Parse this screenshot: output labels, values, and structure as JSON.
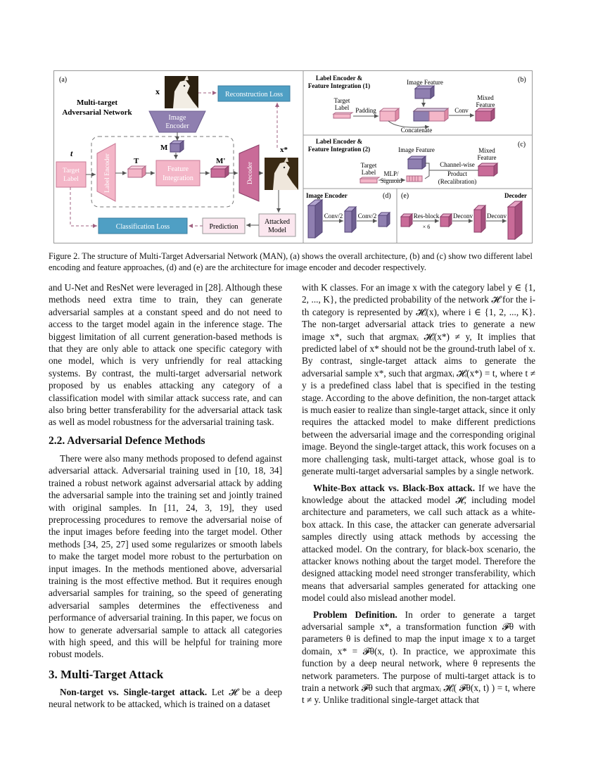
{
  "figure": {
    "panel_a": {
      "label": "(a)",
      "title_line1": "Multi-target",
      "title_line2": "Adversarial Network",
      "x_label": "x",
      "reconstruction_loss": "Reconstruction Loss",
      "image_encoder_1": "Image",
      "image_encoder_2": "Encoder",
      "t_label": "t",
      "target_label_1": "Target",
      "target_label_2": "Label",
      "label_encoder": "Label Encoder",
      "T": "T",
      "M": "M",
      "M_prime": "M'",
      "feature_integration_1": "Feature",
      "feature_integration_2": "Integration",
      "decoder": "Decoder",
      "x_star": "x*",
      "classification_loss": "Classification Loss",
      "prediction": "Prediction",
      "attacked_model_1": "Attacked",
      "attacked_model_2": "Model"
    },
    "panel_b": {
      "label": "(b)",
      "title_1": "Label Encoder &",
      "title_2": "Feature Integration (1)",
      "image_feature": "Image Feature",
      "target_label_1": "Target",
      "target_label_2": "Label",
      "padding": "Padding",
      "conv": "Conv",
      "mixed_feature_1": "Mixed",
      "mixed_feature_2": "Feature",
      "concatenate": "Concatenate"
    },
    "panel_c": {
      "label": "(c)",
      "title_1": "Label Encoder &",
      "title_2": "Feature Integration (2)",
      "image_feature": "Image Feature",
      "target_label_1": "Target",
      "target_label_2": "Label",
      "mlp_1": "MLP/",
      "mlp_2": "Sigmoid",
      "channel_1": "Channel-wise",
      "channel_2": "Product",
      "channel_3": "(Recalibration)",
      "mixed_feature_1": "Mixed",
      "mixed_feature_2": "Feature"
    },
    "panel_d": {
      "label": "(d)",
      "title": "Image Encoder",
      "conv1": "Conv/2",
      "conv2": "Conv/2"
    },
    "panel_e": {
      "label": "(e)",
      "title": "Decoder",
      "resblock": "Res-block",
      "times6": "× 6",
      "deconv1": "Deconv",
      "deconv2": "Deconv"
    },
    "colors": {
      "blue": "#4f9fc4",
      "pink": "#f4b6c8",
      "purple": "#8f7fb0",
      "magenta": "#c96b98",
      "gray_text": "#5a5a78"
    }
  },
  "caption": "Figure 2. The structure of Multi-Target Adversarial Network (MAN), (a) shows the overall architecture, (b) and (c) show two different label encoding and feature approaches, (d) and (e) are the architecture for image encoder and decoder respectively.",
  "left_column": {
    "p1": "and U-Net and ResNet were leveraged in [28]. Although these methods need extra time to train, they can generate adversarial samples at a constant speed and do not need to access to the target model again in the inference stage. The biggest limitation of all current generation-based methods is that they are only able to attack one specific category with one model, which is very unfriendly for real attacking systems. By contrast, the multi-target adversarial network proposed by us enables attacking any category of a classification model with similar attack success rate, and can also bring better transferability for the adversarial attack task as well as model robustness for the adversarial training task.",
    "h_defence": "2.2. Adversarial Defence Methods",
    "p2": "There were also many methods proposed to defend against adversarial attack. Adversarial training used in [10, 18, 34] trained a robust network against adversarial attack by adding the adversarial sample into the training set and jointly trained with original samples. In [11, 24, 3, 19], they used preprocessing procedures to remove the adversarial noise of the input images before feeding into the target model. Other methods [34, 25, 27] used some regularizes or smooth labels to make the target model more robust to the perturbation on input images. In the methods mentioned above, adversarial training is the most effective method. But it requires enough adversarial samples for training, so the speed of generating adversarial samples determines the effectiveness and performance of adversarial training. In this paper, we focus on how to generate adversarial sample to attack all categories with high speed, and this will be helpful for training more robust models.",
    "h_section3": "3. Multi-Target Attack",
    "p3_runin": "Non-target vs. Single-target attack.",
    "p3": "Let 𝓗 be a deep neural network to be attacked, which is trained on a dataset"
  },
  "right_column": {
    "p1": "with K classes. For an image x with the category label y ∈ {1, 2, ..., K}, the predicted probability of the network 𝓗 for the i-th category is represented by 𝓗ᵢ(x), where i ∈ {1, 2, ..., K}. The non-target adversarial attack tries to generate a new image x*, such that argmaxᵢ 𝓗ᵢ(x*) ≠ y, It implies that predicted label of x* should not be the ground-truth label of x. By contrast, single-target attack aims to generate the adversarial sample x*, such that argmaxᵢ 𝓗ᵢ(x*) = t, where t ≠ y is a predefined class label that is specified in the testing stage. According to the above definition, the non-target attack is much easier to realize than single-target attack, since it only requires the attacked model to make different predictions between the adversarial image and the corresponding original image. Beyond the single-target attack, this work focuses on a more challenging task, multi-target attack, whose goal is to generate multi-target adversarial samples by a single network.",
    "p2_runin": "White-Box attack vs. Black-Box attack.",
    "p2": "If we have the knowledge about the attacked model 𝓗, including model architecture and parameters, we call such attack as a white-box attack. In this case, the attacker can generate adversarial samples directly using attack methods by accessing the attacked model. On the contrary, for black-box scenario, the attacker knows nothing about the target model. Therefore the designed attacking model need stronger transferability, which means that adversarial samples generated for attacking one model could also mislead another model.",
    "p3_runin": "Problem Definition.",
    "p3": "In order to generate a target adversarial sample x*, a transformation function 𝓕θ with parameters θ is defined to map the input image x to a target domain, x* = 𝓕θ(x, t). In practice, we approximate this function by a deep neural network, where θ represents the network parameters. The purpose of multi-target attack is to train a network 𝓕θ such that argmaxᵢ 𝓗ᵢ( 𝓕θ(x, t) ) = t, where t ≠ y. Unlike traditional single-target attack that"
  }
}
